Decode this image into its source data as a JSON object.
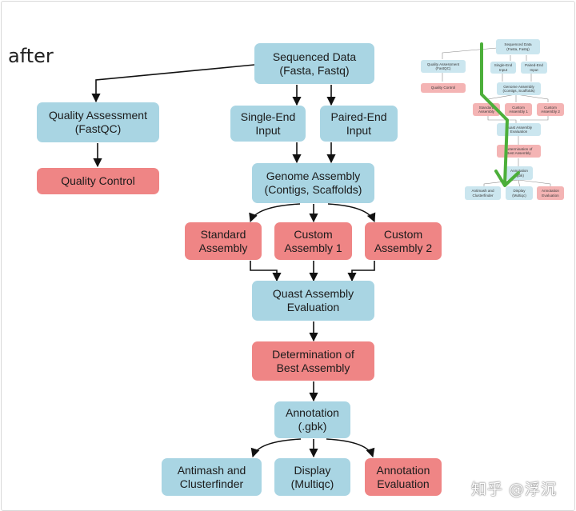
{
  "heading": "after",
  "nodes": {
    "seq": "Sequenced Data\n(Fasta, Fastq)",
    "qa": "Quality Assessment\n(FastQC)",
    "qc": "Quality Control",
    "single": "Single-End\nInput",
    "paired": "Paired-End\nInput",
    "genome": "Genome Assembly\n(Contigs, Scaffolds)",
    "standard": "Standard\nAssembly",
    "custom1": "Custom\nAssembly 1",
    "custom2": "Custom\nAssembly 2",
    "quast": "Quast Assembly\nEvaluation",
    "best": "Determination of\nBest Assembly",
    "annot": "Annotation\n(.gbk)",
    "antismash": "Antimash and\nClusterfinder",
    "display": "Display\n(Multiqc)",
    "annoteval": "Annotation\nEvaluation"
  },
  "thumbnail": {
    "seq": "Sequenced Data\n(Fasta, Fastq)",
    "qa": "Quality Assessment\n(FastQC)",
    "qc": "Quality Control",
    "single": "Single-End\nInput",
    "paired": "Paired-End\nInput",
    "genome": "Genome Assembly\n(Contigs, Scaffolds)",
    "standard": "Standard\nAssembly",
    "custom1": "Custom\nAssembly 1",
    "custom2": "Custom\nAssembly 2",
    "quast": "Quast Assembly\nEvaluation",
    "best": "Determination of\nBest Assembly",
    "annot": "Annotation\n(.gbk)",
    "antismash": "Antimash and\nClusterfinder",
    "display": "Display\n(Multiqc)",
    "annoteval": "Annotation\nEvaluation",
    "highlight_color": "#4caf3a"
  },
  "watermark": "知乎 @浮沉",
  "colors": {
    "process": "#a9d5e3",
    "decision": "#ef8585",
    "arrow": "#111111"
  }
}
